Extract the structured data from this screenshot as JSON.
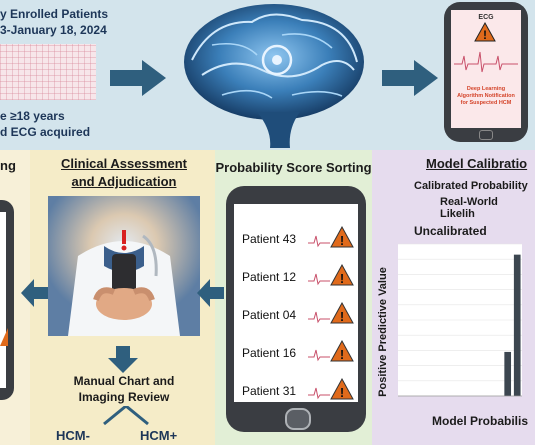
{
  "top": {
    "enrolled_line1": "y Enrolled Patients",
    "enrolled_line2": "3-January 18, 2024",
    "criteria_line1": "e ≥18 years",
    "criteria_line2": "d ECG acquired"
  },
  "phone_top": {
    "title": "ECG",
    "notification": "Deep Learning Algorithm Notification for Suspected HCM"
  },
  "left_panel": {
    "heading_fragment": "ng"
  },
  "clinical": {
    "heading_line1": "Clinical Assessment",
    "heading_line2": "and Adjudication",
    "review_line1": "Manual Chart and",
    "review_line2": "Imaging Review",
    "neg": "HCM-",
    "pos": "HCM+"
  },
  "sorting": {
    "heading": "Probability Score Sorting",
    "patients": [
      "Patient 43",
      "Patient 12",
      "Patient 04",
      "Patient 16",
      "Patient 31"
    ]
  },
  "calibration": {
    "heading": "Model Calibratio",
    "sub_line1": "Calibrated Probability",
    "sub_line2": "Real-World Likelih",
    "panel_title": "Uncalibrated",
    "ylabel": "Positive Predictive Value",
    "xlabel": "Model Probabilis"
  },
  "colors": {
    "arrow": "#2f5f7e",
    "warning": "#e06a1b",
    "phone": "#3a3d42",
    "bar": "#3c4650"
  },
  "chart_data": {
    "type": "bar",
    "title": "Uncalibrated",
    "ylabel": "Positive Predictive Value",
    "xlabel": "Model Probabilis",
    "ylim": [
      0,
      1
    ],
    "values": [
      0.0,
      0.0,
      0.0,
      0.0,
      0.0,
      0.0,
      0.0,
      0.0,
      0.0,
      0.0,
      0.0,
      0.29,
      0.93
    ],
    "grid": true
  }
}
